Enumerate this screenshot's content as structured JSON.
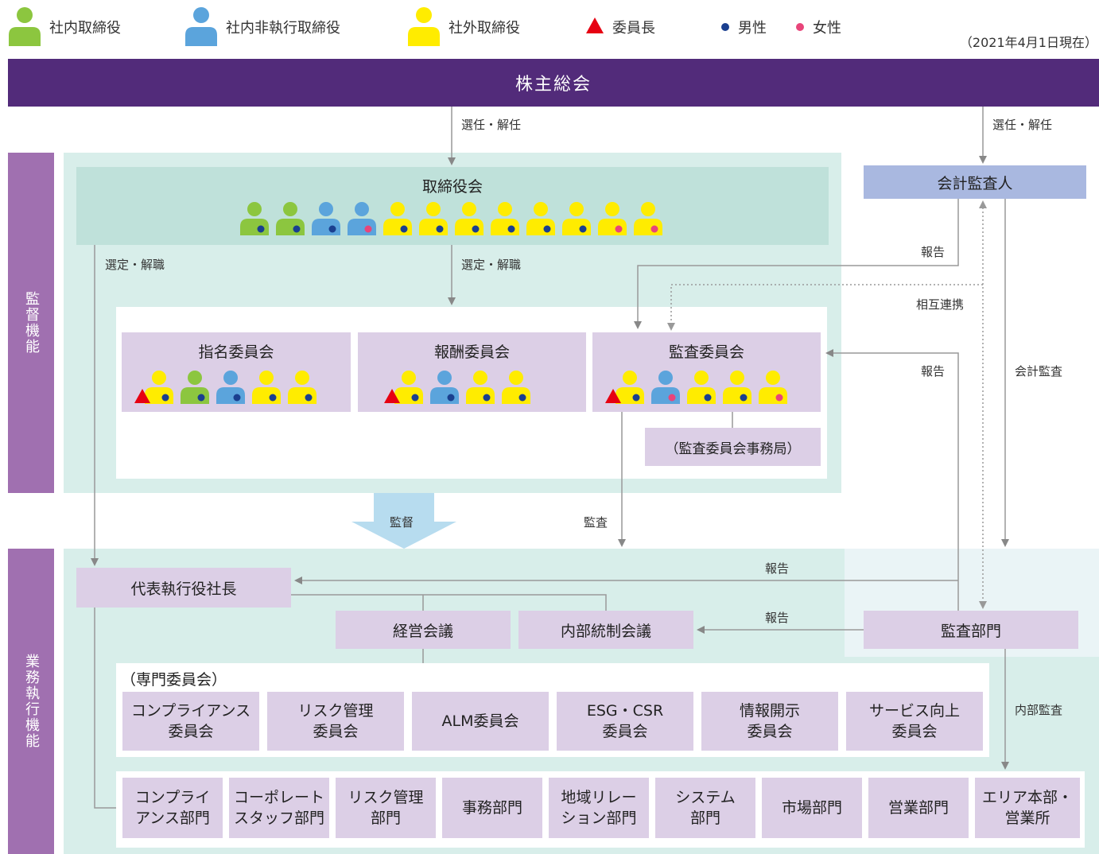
{
  "legend": {
    "internal_director": "社内取締役",
    "non_exec_director": "社内非執行取締役",
    "outside_director": "社外取締役",
    "chair": "委員長",
    "male": "男性",
    "female": "女性",
    "as_of": "（2021年4月1日現在）"
  },
  "colors": {
    "header": "#522b7a",
    "side": "#a070b0",
    "teal_panel": "#d8eeea",
    "board": "#bfe1da",
    "lavender": "#dccfe6",
    "auditor": "#a9b8e0",
    "green": "#8cc63f",
    "blue": "#5ba4dc",
    "yellow": "#ffec00",
    "male_dot": "#1a3f8f",
    "female_dot": "#e8457a",
    "chair": "#e60012",
    "arrow_down": "#b7dcef"
  },
  "top": {
    "shareholders_meeting": "株主総会"
  },
  "side_labels": {
    "supervision": "監督機能",
    "execution": "業務執行機能"
  },
  "flows": {
    "elect_dismiss_board": "選任・解任",
    "elect_dismiss_auditor": "選任・解任",
    "appoint_remove_ceo": "選定・解職",
    "appoint_remove_committees": "選定・解職",
    "report_auditor": "報告",
    "mutual_cooperation": "相互連携",
    "report_to_audit_committee": "報告",
    "accounting_audit": "会計監査",
    "supervise": "監督",
    "audit": "監査",
    "report_to_ceo": "報告",
    "report_to_internal_control": "報告",
    "internal_audit": "内部監査"
  },
  "board": {
    "title": "取締役会",
    "members": [
      {
        "type": "green",
        "gender": "male"
      },
      {
        "type": "green",
        "gender": "male"
      },
      {
        "type": "blue",
        "gender": "male"
      },
      {
        "type": "blue",
        "gender": "female"
      },
      {
        "type": "yellow",
        "gender": "male"
      },
      {
        "type": "yellow",
        "gender": "male"
      },
      {
        "type": "yellow",
        "gender": "male"
      },
      {
        "type": "yellow",
        "gender": "male"
      },
      {
        "type": "yellow",
        "gender": "male"
      },
      {
        "type": "yellow",
        "gender": "male"
      },
      {
        "type": "yellow",
        "gender": "female"
      },
      {
        "type": "yellow",
        "gender": "female"
      }
    ]
  },
  "auditor": {
    "title": "会計監査人"
  },
  "committees": {
    "nomination": {
      "title": "指名委員会",
      "members": [
        {
          "type": "yellow",
          "gender": "male",
          "chair": true
        },
        {
          "type": "green",
          "gender": "male"
        },
        {
          "type": "blue",
          "gender": "male"
        },
        {
          "type": "yellow",
          "gender": "male"
        },
        {
          "type": "yellow",
          "gender": "male"
        }
      ]
    },
    "compensation": {
      "title": "報酬委員会",
      "members": [
        {
          "type": "yellow",
          "gender": "male",
          "chair": true
        },
        {
          "type": "blue",
          "gender": "male"
        },
        {
          "type": "yellow",
          "gender": "male"
        },
        {
          "type": "yellow",
          "gender": "male"
        }
      ]
    },
    "audit": {
      "title": "監査委員会",
      "members": [
        {
          "type": "yellow",
          "gender": "male",
          "chair": true
        },
        {
          "type": "blue",
          "gender": "female"
        },
        {
          "type": "yellow",
          "gender": "male"
        },
        {
          "type": "yellow",
          "gender": "male"
        },
        {
          "type": "yellow",
          "gender": "female"
        }
      ]
    },
    "audit_office": "（監査委員会事務局）"
  },
  "execution": {
    "ceo": "代表執行役社長",
    "management_meeting": "経営会議",
    "internal_control_meeting": "内部統制会議",
    "audit_dept": "監査部門",
    "special_committees_label": "（専門委員会）",
    "special_committees": [
      [
        "コンプライアンス",
        "委員会"
      ],
      [
        "リスク管理",
        "委員会"
      ],
      [
        "ALM委員会"
      ],
      [
        "ESG・CSR",
        "委員会"
      ],
      [
        "情報開示",
        "委員会"
      ],
      [
        "サービス向上",
        "委員会"
      ]
    ],
    "departments": [
      [
        "コンプライ",
        "アンス部門"
      ],
      [
        "コーポレート",
        "スタッフ部門"
      ],
      [
        "リスク管理",
        "部門"
      ],
      [
        "事務部門"
      ],
      [
        "地域リレー",
        "ション部門"
      ],
      [
        "システム",
        "部門"
      ],
      [
        "市場部門"
      ],
      [
        "営業部門"
      ],
      [
        "エリア本部・",
        "営業所"
      ]
    ]
  }
}
